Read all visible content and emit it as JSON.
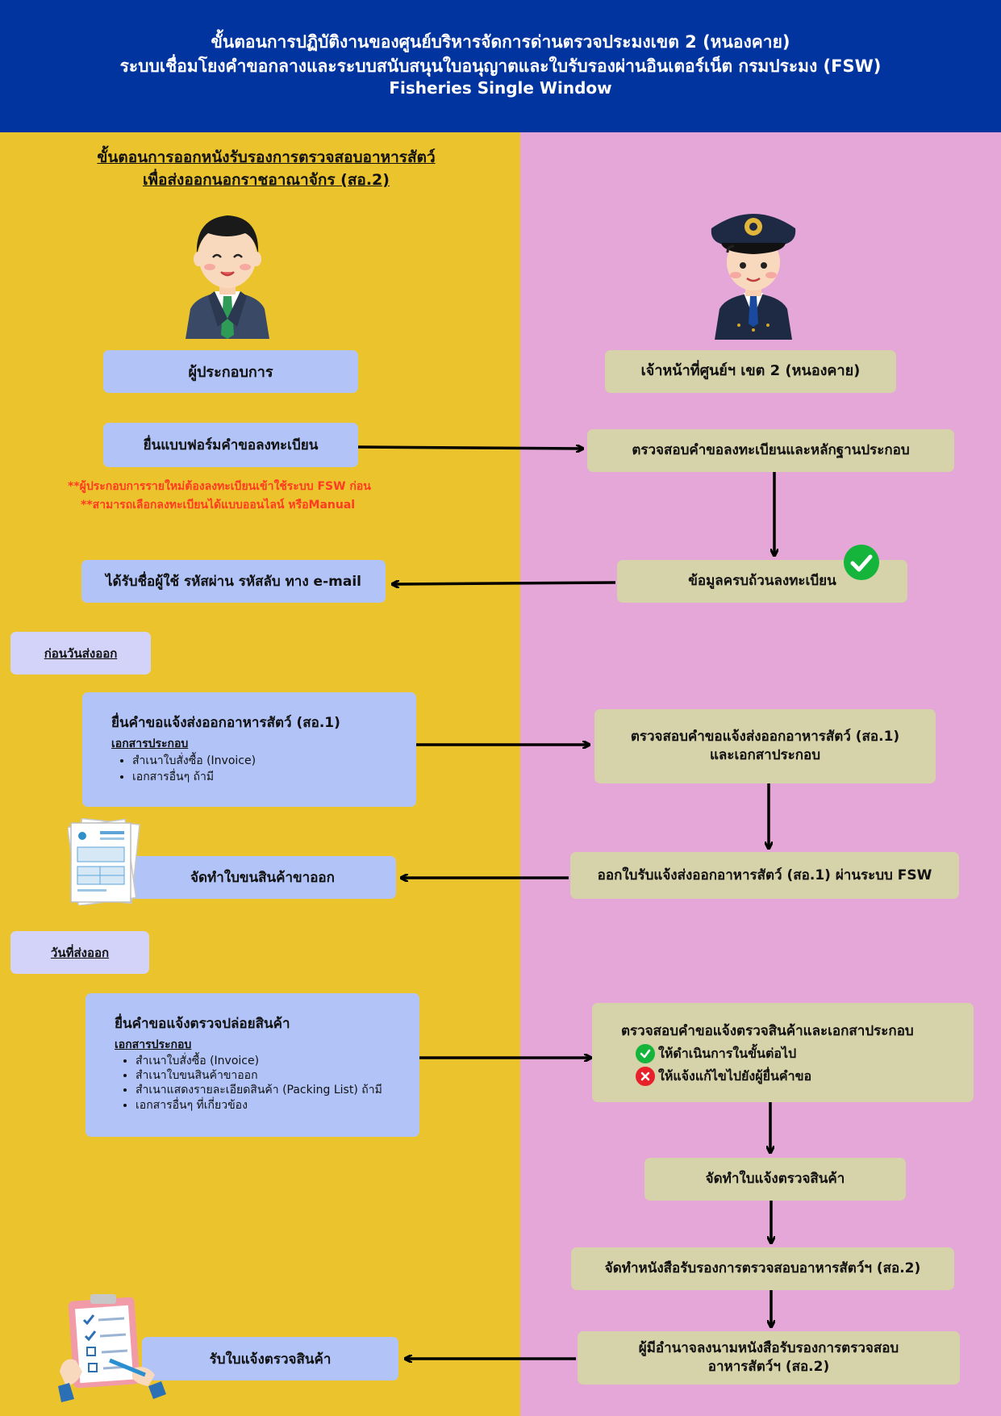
{
  "header": {
    "line1": "ขั้นตอนการปฏิบัติงานของศูนย์บริหารจัดการด่านตรวจประมงเขต 2 (หนองคาย)",
    "line2": "ระบบเชื่อมโยงคำขอกลางและระบบสนับสนุนใบอนุญาตและใบรับรองผ่านอินเตอร์เน็ต กรมประมง (FSW)",
    "line3": "Fisheries Single Window"
  },
  "left_title": {
    "line1": "ขั้นตอนการออกหนังรับรองการตรวจสอบอาหารสัตว์",
    "line2": "เพื่อส่งออกนอกราชอาณาจักร (สอ.2)"
  },
  "actors": {
    "operator": "ผู้ประกอบการ",
    "officer": "เจ้าหน้าที่ศูนย์ฯ เขต 2 (หนองคาย)"
  },
  "steps": {
    "submit_registration": "ยื่นแบบฟอร์มคำขอลงทะเบียน",
    "check_registration": "ตรวจสอบคำขอลงทะเบียนและหลักฐานประกอบ",
    "note1": "**ผู้ประกอบการรายใหม่ต้องลงทะเบียนเข้าใช้ระบบ FSW ก่อน",
    "note2": "**สามารถเลือกลงทะเบียนได้แบบออนไลน์ หรือManual",
    "registration_complete": "ข้อมูลครบถ้วนลงทะเบียน",
    "receive_credentials": "ได้รับชื่อผู้ใช้ รหัสผ่าน รหัสลับ ทาง e-mail",
    "before_export_day": "ก่อนวันส่งออก",
    "export_request": {
      "title": "ยื่นคำขอแจ้งส่งออกอาหารสัตว์ (สอ.1)",
      "subtitle": "เอกสารประกอบ",
      "items": [
        "สำเนาใบสั่งซื้อ (Invoice)",
        "เอกสารอื่นๆ ถ้ามี"
      ]
    },
    "check_export_request": {
      "line1": "ตรวจสอบคำขอแจ้งส่งออกอาหารสัตว์ (สอ.1)",
      "line2": "และเอกสาประกอบ"
    },
    "issue_receipt": "ออกใบรับแจ้งส่งออกอาหารสัตว์ (สอ.1) ผ่านระบบ FSW",
    "prepare_bill": "จัดทำใบขนสินค้าขาออก",
    "export_day": "วันที่ส่งออก",
    "release_request": {
      "title": "ยื่นคำขอแจ้งตรวจปล่อยสินค้า",
      "subtitle": "เอกสารประกอบ",
      "items": [
        "สำเนาใบสั่งซื้อ (Invoice)",
        "สำเนาใบขนสินค้าขาออก",
        "สำเนาแสดงรายละเอียดสินค้า (Packing List) ถ้ามี",
        "เอกสารอื่นๆ ที่เกี่ยวข้อง"
      ]
    },
    "check_release": {
      "title": "ตรวจสอบคำขอแจ้งตรวจสินค้าและเอกสาประกอบ",
      "ok": "ให้ดำเนินการในขั้นต่อไป",
      "no": "ให้แจ้งแก้ไขไปยังผู้ยื่นคำขอ"
    },
    "prepare_inspection": "จัดทำใบแจ้งตรวจสินค้า",
    "prepare_certificate": "จัดทำหนังสือรับรองการตรวจสอบอาหารสัตว์ฯ (สอ.2)",
    "sign_certificate": {
      "line1": "ผู้มีอำนาจลงนามหนังสือรับรองการตรวจสอบ",
      "line2": "อาหารสัตว์ฯ (สอ.2)"
    },
    "receive_inspection": "รับใบแจ้งตรวจสินค้า"
  },
  "colors": {
    "header_bg": "#01349f",
    "left_bg": "#ebc42d",
    "right_bg": "#e5a6d8",
    "blue_box": "#b2c4f7",
    "tan_box": "#d6d2a9",
    "note_red": "#ff3a22"
  },
  "icons": [
    "businessman-icon",
    "officer-icon",
    "checkmark-icon",
    "document-icon",
    "clipboard-icon",
    "cross-icon"
  ]
}
